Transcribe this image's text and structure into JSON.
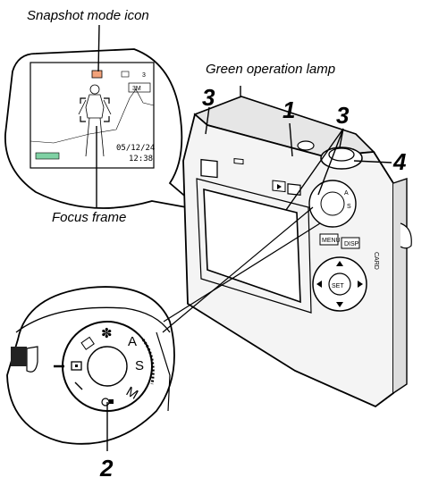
{
  "labels": {
    "snapshot_mode_icon": "Snapshot mode icon",
    "green_operation_lamp": "Green operation lamp",
    "focus_frame": "Focus frame"
  },
  "callouts": {
    "one": "1",
    "two": "2",
    "three_left": "3",
    "three_right": "3",
    "four": "4"
  },
  "lcd": {
    "image_size": "3M",
    "date": "05/12/24",
    "time": "12:38"
  },
  "camera": {
    "menu_button": "MENU",
    "disp_button": "DISP",
    "set_button": "SET",
    "side_text": "CARD"
  },
  "dial": {
    "mode_a": "A",
    "mode_s": "S",
    "mode_m": "M"
  }
}
